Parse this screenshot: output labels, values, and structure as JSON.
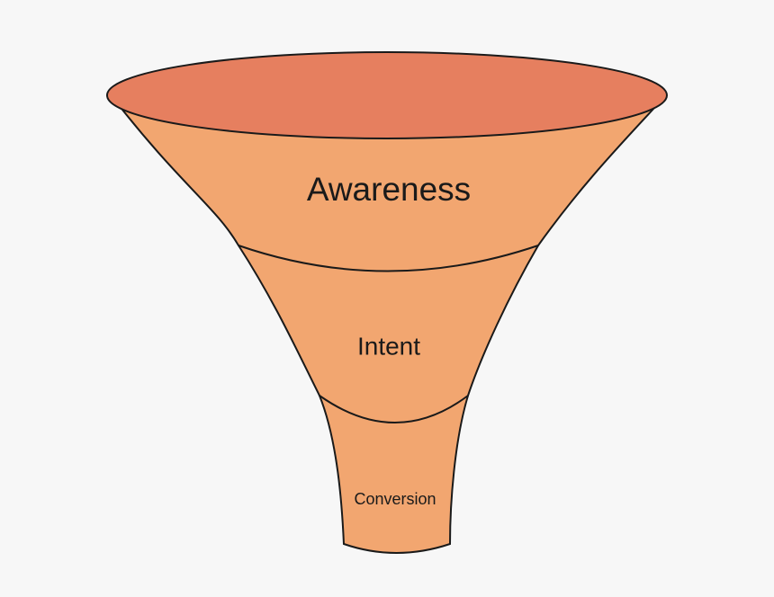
{
  "diagram": {
    "type": "funnel",
    "stages": [
      {
        "label": "Awareness"
      },
      {
        "label": "Intent"
      },
      {
        "label": "Conversion"
      }
    ]
  },
  "colors": {
    "background": "#f7f7f7",
    "rim": "#e67f5f",
    "body": "#f2a670",
    "outline": "#1a1a1a",
    "text": "#1a1a1a"
  }
}
